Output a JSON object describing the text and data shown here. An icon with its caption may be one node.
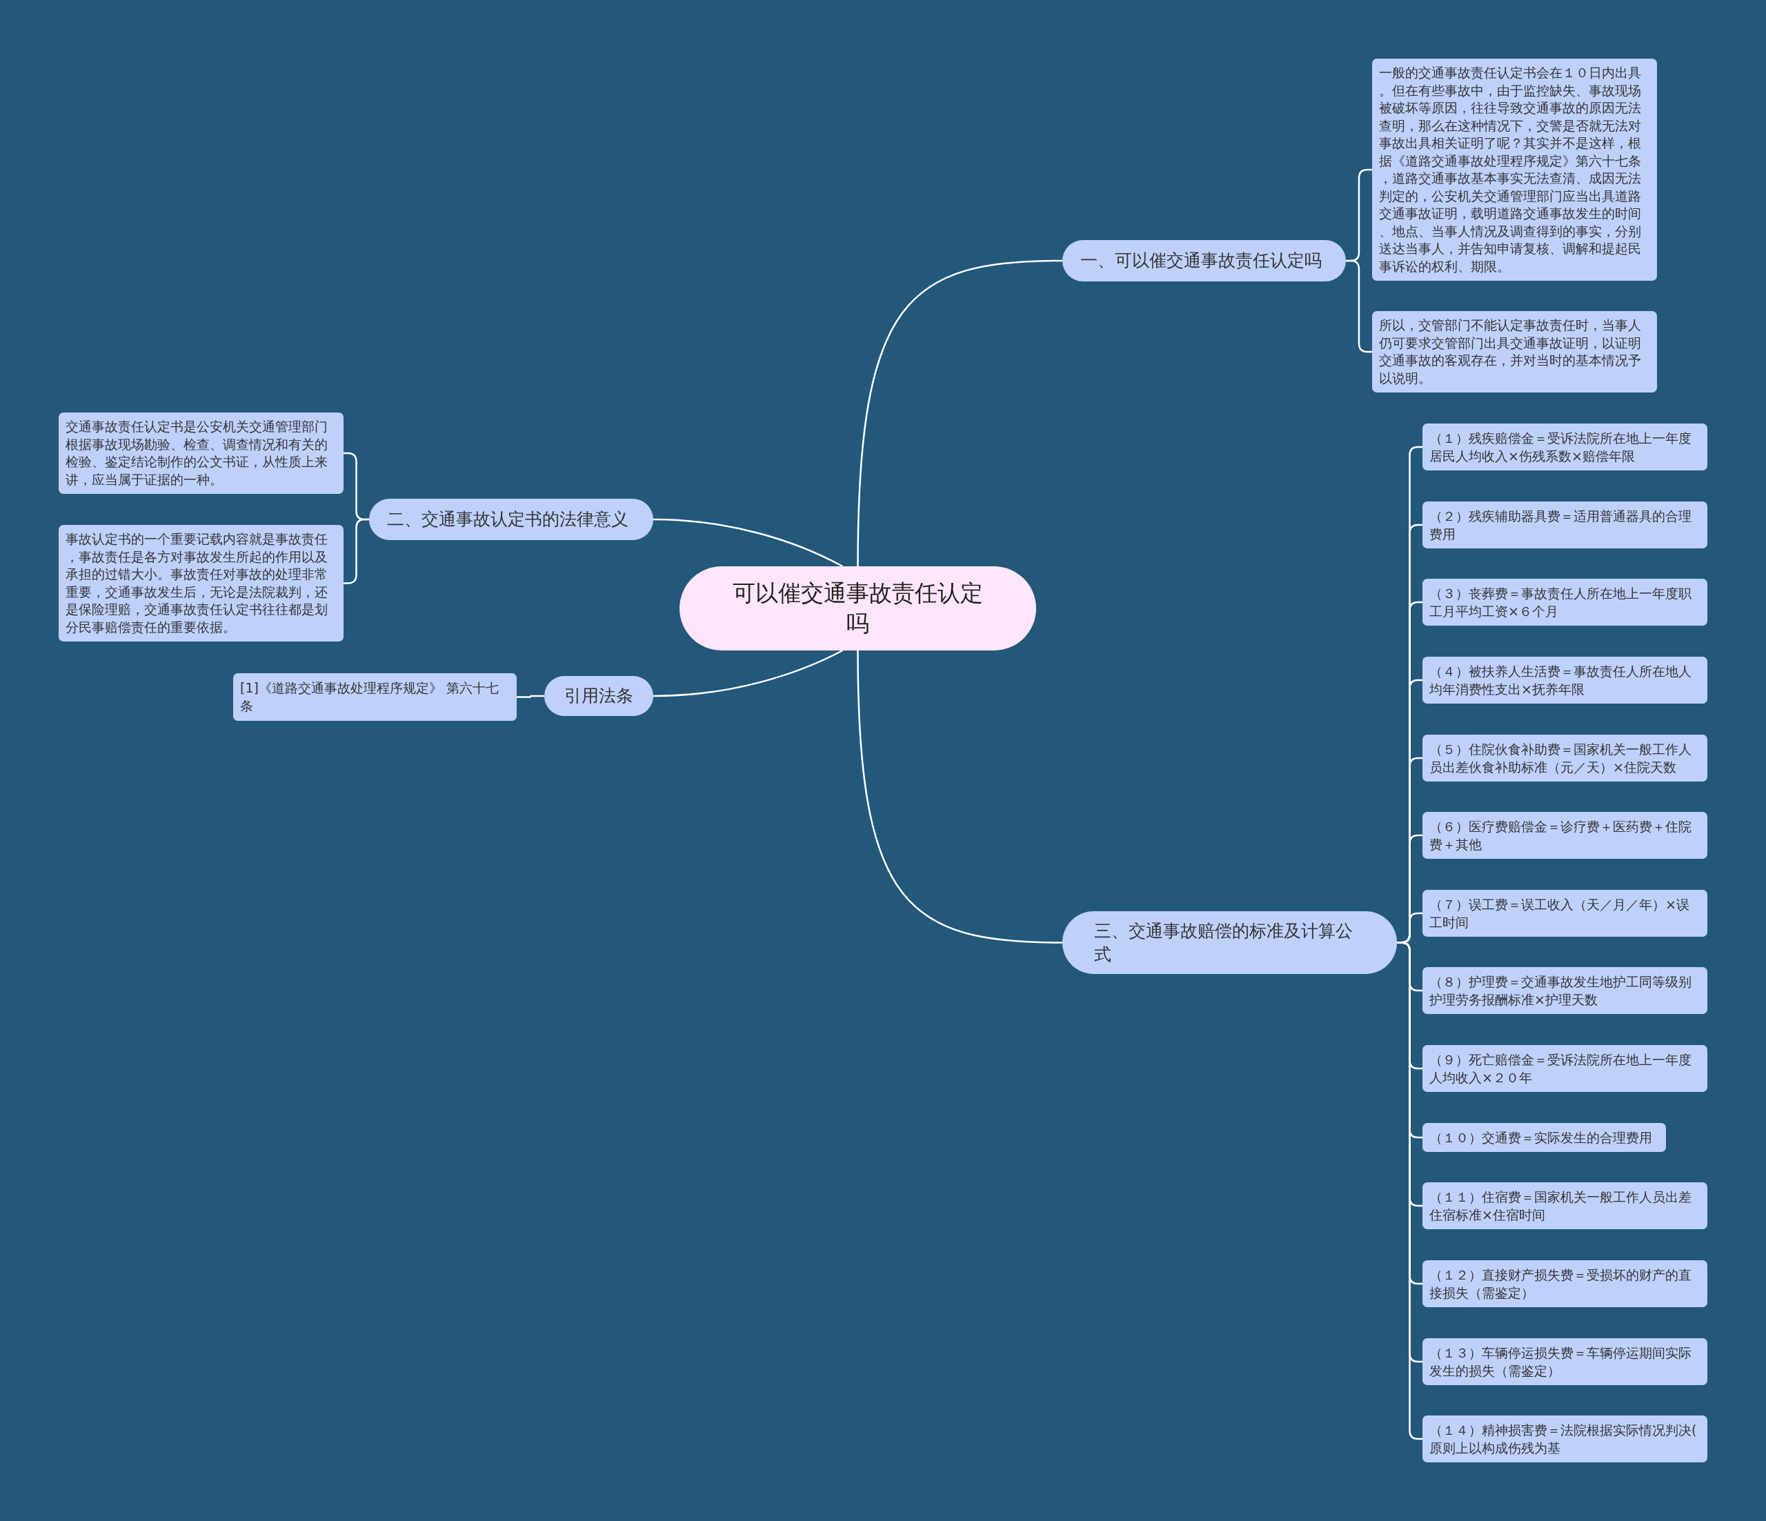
{
  "diagram": {
    "nodes": [
      {
        "text": [
          "可以催交通事故责任认定吗"
        ]
      },
      {
        "text": [
          "一、可以催交通事故责任认定吗"
        ]
      },
      {
        "text": [
          "一般的交通事故责任认定书会在１０日内出具。但在有些事故中，由于监控缺失、事故现场被破坏等原因，往往导致交通事故的原因无法查明，那么在这种情况下，交警是否就无法对事故出具相关证明了呢？其实并不是这样，根据《道路交通事故处理程序规定》第六十七条，道路交通事故基本事实无法查清、成因无法判定的，公安机关交通管理部门应当出具道路交通事故证明，载明道路交通事故发生的时间、地点、当事人情况及调查得到的事实，分别送达当事人，并告知申请复核、调解和提起民事诉讼的权利、期限。"
        ]
      },
      {
        "text": [
          "所以，交管部门不能认定事故责任时，当事人仍可要求交管部门出具交通事故证明，以证明交通事故的客观存在，并对当时的基本情况予以说明。"
        ]
      },
      {
        "text": [
          "二、交通事故认定书的法律意义"
        ]
      },
      {
        "text": [
          "交通事故责任认定书是公安机关交通管理部门根据事故现场勘验、检查、调查情况和有关的检验、鉴定结论制作的公文书证，从性质上来讲，应当属于证据的一种。"
        ]
      },
      {
        "text": [
          "事故认定书的一个重要记载内容就是事故责任，事故责任是各方对事故发生所起的作用以及承担的过错大小。事故责任对事故的处理非常重要，交通事故发生后，无论是法院裁判，还是保险理赔，交通事故责任认定书往往都是划分民事赔偿责任的重要依据。"
        ]
      },
      {
        "text": [
          "引用法条"
        ]
      },
      {
        "text": [
          "[1]《道路交通事故处理程序规定》 第六十七条"
        ]
      },
      {
        "text": [
          "三、交通事故赔偿的标准及计算公式"
        ]
      },
      {
        "text": [
          "（１）残疾赔偿金＝受诉法院所在地上一年度居民人均收入×伤残系数×赔偿年限"
        ]
      },
      {
        "text": [
          "（２）残疾辅助器具费＝适用普通器具的合理费用"
        ]
      },
      {
        "text": [
          "（３）丧葬费＝事故责任人所在地上一年度职工月平均工资×６个月"
        ]
      },
      {
        "text": [
          "（４）被扶养人生活费＝事故责任人所在地人均年消费性支出×抚养年限"
        ]
      },
      {
        "text": [
          "（５）住院伙食补助费＝国家机关一般工作人员出差伙食补助标准（元／天）×住院天数"
        ]
      },
      {
        "text": [
          "（６）医疗费赔偿金＝诊疗费＋医药费＋住院费＋其他"
        ]
      },
      {
        "text": [
          "（７）误工费＝误工收入（天／月／年）×误工时间"
        ]
      },
      {
        "text": [
          "（８）护理费＝交通事故发生地护工同等级别护理劳务报酬标准×护理天数"
        ]
      },
      {
        "text": [
          "（９）死亡赔偿金＝受诉法院所在地上一年度人均收入×２０年"
        ]
      },
      {
        "text": [
          "（１０）交通费＝实际发生的合理费用"
        ]
      },
      {
        "text": [
          "（１１）住宿费＝国家机关一般工作人员出差住宿标准×住宿时间"
        ]
      },
      {
        "text": [
          "（１２）直接财产损失费＝受损坏的财产的直接损失（需鉴定）"
        ]
      },
      {
        "text": [
          "（１３）车辆停运损失费＝车辆停运期间实际发生的损失（需鉴定）"
        ]
      },
      {
        "text": [
          "（１４）精神损害费＝法院根据实际情况判决(原则上以构成伤残为基"
        ]
      }
    ],
    "edges": [
      {
        "from": 0,
        "to": 1,
        "arrow": "none"
      },
      {
        "from": 1,
        "to": 2,
        "arrow": "none"
      },
      {
        "from": 1,
        "to": 3,
        "arrow": "none"
      },
      {
        "from": 0,
        "to": 4,
        "arrow": "none"
      },
      {
        "from": 4,
        "to": 5,
        "arrow": "none"
      },
      {
        "from": 4,
        "to": 6,
        "arrow": "none"
      },
      {
        "from": 0,
        "to": 7,
        "arrow": "none"
      },
      {
        "from": 7,
        "to": 8,
        "arrow": "none"
      },
      {
        "from": 0,
        "to": 9,
        "arrow": "none"
      },
      {
        "from": 9,
        "to": 10,
        "arrow": "none"
      },
      {
        "from": 9,
        "to": 11,
        "arrow": "none"
      },
      {
        "from": 9,
        "to": 12,
        "arrow": "none"
      },
      {
        "from": 9,
        "to": 13,
        "arrow": "none"
      },
      {
        "from": 9,
        "to": 14,
        "arrow": "none"
      },
      {
        "from": 9,
        "to": 15,
        "arrow": "none"
      },
      {
        "from": 9,
        "to": 16,
        "arrow": "none"
      },
      {
        "from": 9,
        "to": 17,
        "arrow": "none"
      },
      {
        "from": 9,
        "to": 18,
        "arrow": "none"
      },
      {
        "from": 9,
        "to": 19,
        "arrow": "none"
      },
      {
        "from": 9,
        "to": 20,
        "arrow": "none"
      },
      {
        "from": 9,
        "to": 21,
        "arrow": "none"
      },
      {
        "from": 9,
        "to": 22,
        "arrow": "none"
      },
      {
        "from": 9,
        "to": 23,
        "arrow": "none"
      }
    ]
  }
}
